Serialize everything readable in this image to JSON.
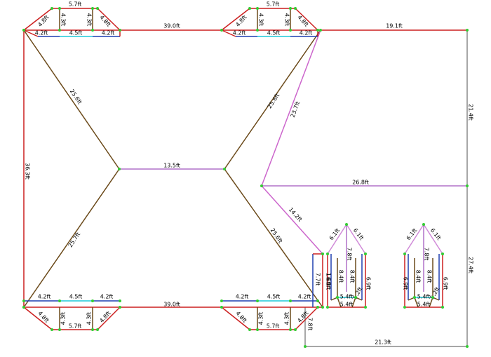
{
  "colors": {
    "eave": "#cc1f1f",
    "hip": "#6b4a1a",
    "ridge": "#b070c8",
    "valley": "#cc66cc",
    "rake": "#d08ad8",
    "wall": "#1f3fb0",
    "flash": "#1fc8d8",
    "grey": "#8a8a8a",
    "node": "#33cc33"
  },
  "labels": {
    "eave_top_left": "39.0ft",
    "eave_top_right": "19.1ft",
    "eave_left": "36.3ft",
    "eave_bottom": "39.0ft",
    "side_upper": "21.4ft",
    "side_lower": "27.4ft",
    "bottom_run": "21.3ft",
    "step_small": "7.8ft",
    "hip_tl": "25.6ft",
    "hip_tr": "25.6ft",
    "hip_bl": "25.7ft",
    "hip_br": "25.6ft",
    "ridge_main": "13.5ft",
    "valley_long": "23.7ft",
    "ridge_side": "26.8ft",
    "valley_short": "14.2ft",
    "dormer_top": "5.7ft",
    "dormer_side": "4.3ft",
    "dormer_rake": "4.8ft",
    "dormer_base": "4.2ft",
    "dormer_mid": "4.5ft",
    "gab_rake": "6.1ft",
    "gab_ridge": "7.8ft",
    "gab_inner": "8.4ft",
    "gab_wall": "6.9ft",
    "gab_hip": "5.2ft",
    "gab_base": "5.4ft",
    "gab_mid": "3.5ft",
    "gab_small": "4.4ft",
    "gab_valley": "7.7ft",
    "gab_tiny": "1.6ft",
    "gab_tiny2": "4.3ft"
  }
}
